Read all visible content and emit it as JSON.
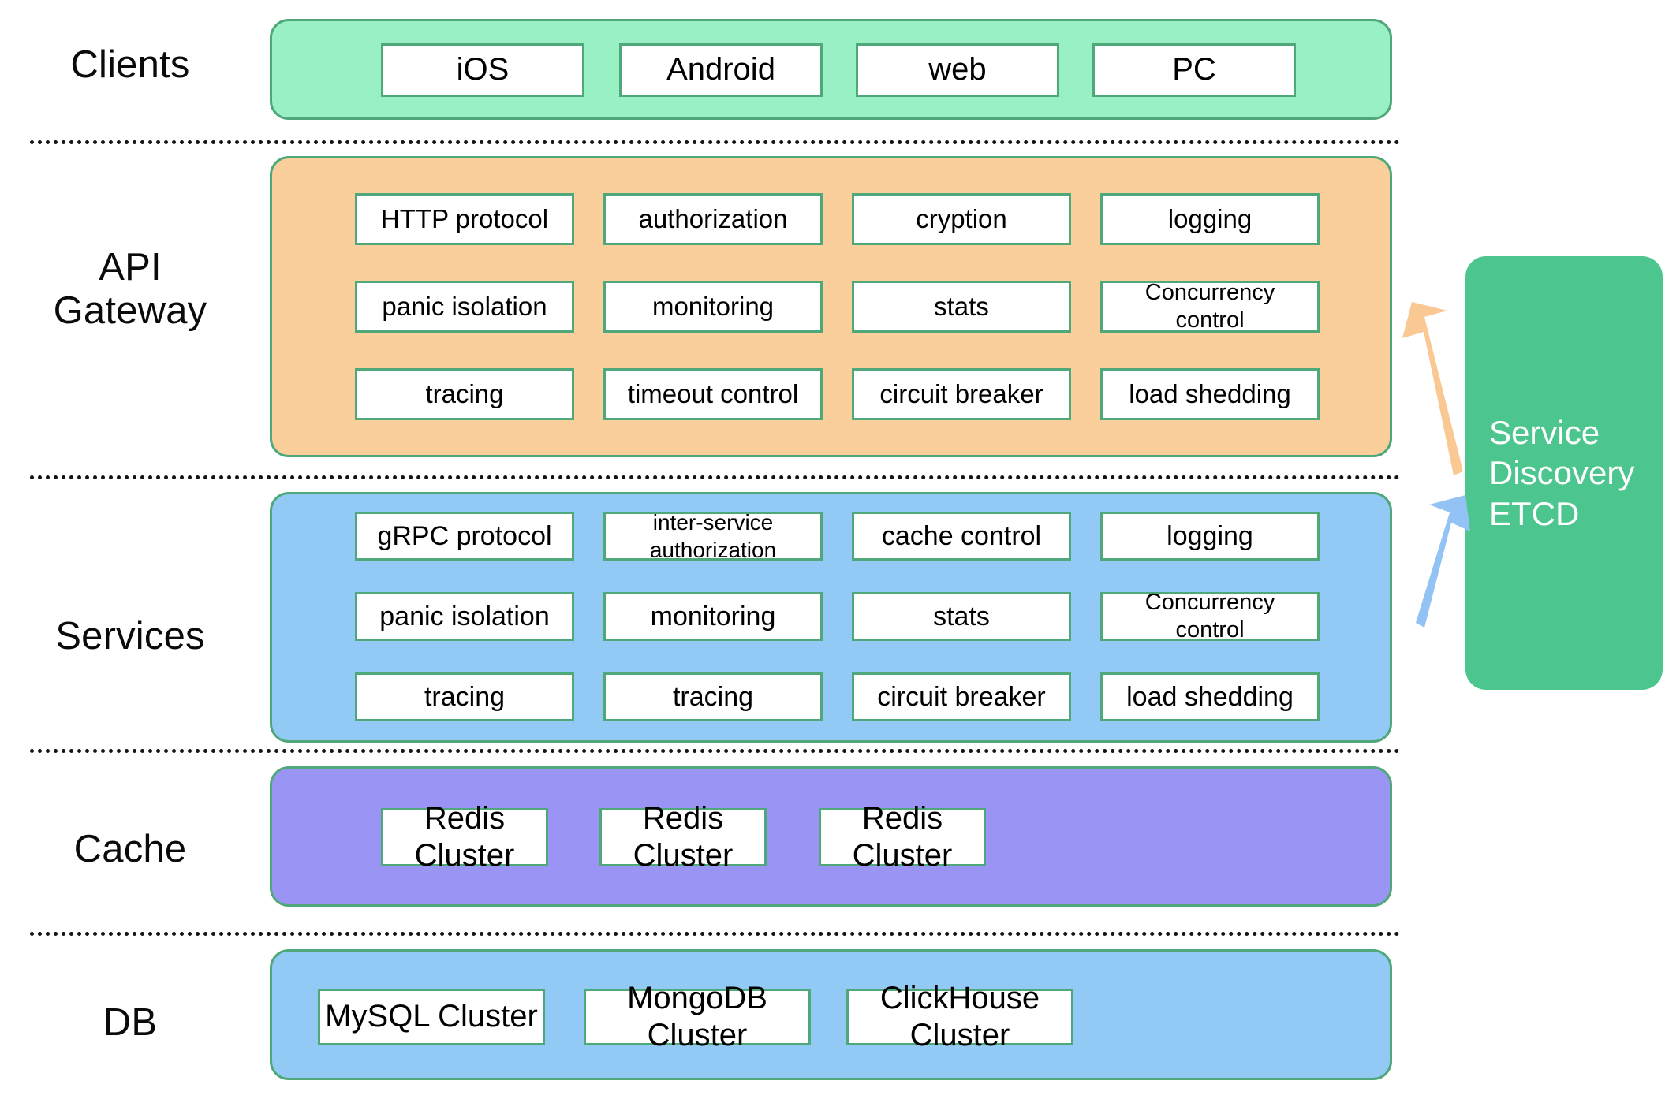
{
  "diagram": {
    "title": "Microservice architecture layers",
    "colors": {
      "clients_fill": "#98F0C4",
      "gateway_fill": "#FACF9B",
      "services_fill": "#93C9F5",
      "cache_fill": "#9A94F5",
      "db_fill": "#93C9F5",
      "border": "#4FA87A",
      "etcd_fill": "#4CC68E",
      "arrow_gateway": "#FAC893",
      "arrow_services": "#93C2F5"
    }
  },
  "rows": {
    "clients_label": "Clients",
    "gateway_label": "API\nGateway",
    "services_label": "Services",
    "cache_label": "Cache",
    "db_label": "DB"
  },
  "clients": {
    "items": [
      "iOS",
      "Android",
      "web",
      "PC"
    ]
  },
  "gateway": {
    "items": [
      "HTTP protocol",
      "authorization",
      "cryption",
      "logging",
      "panic isolation",
      "monitoring",
      "stats",
      "Concurrency\ncontrol",
      "tracing",
      "timeout control",
      "circuit breaker",
      "load shedding"
    ]
  },
  "services": {
    "items": [
      "gRPC protocol",
      "inter-service\nauthorization",
      "cache control",
      "logging",
      "panic isolation",
      "monitoring",
      "stats",
      "Concurrency\ncontrol",
      "tracing",
      "tracing",
      "circuit breaker",
      "load shedding"
    ]
  },
  "cache": {
    "items": [
      "Redis Cluster",
      "Redis Cluster",
      "Redis Cluster"
    ]
  },
  "db": {
    "items": [
      "MySQL Cluster",
      "MongoDB Cluster",
      "ClickHouse Cluster"
    ]
  },
  "service_discovery": {
    "label": "Service\nDiscovery\nETCD"
  }
}
